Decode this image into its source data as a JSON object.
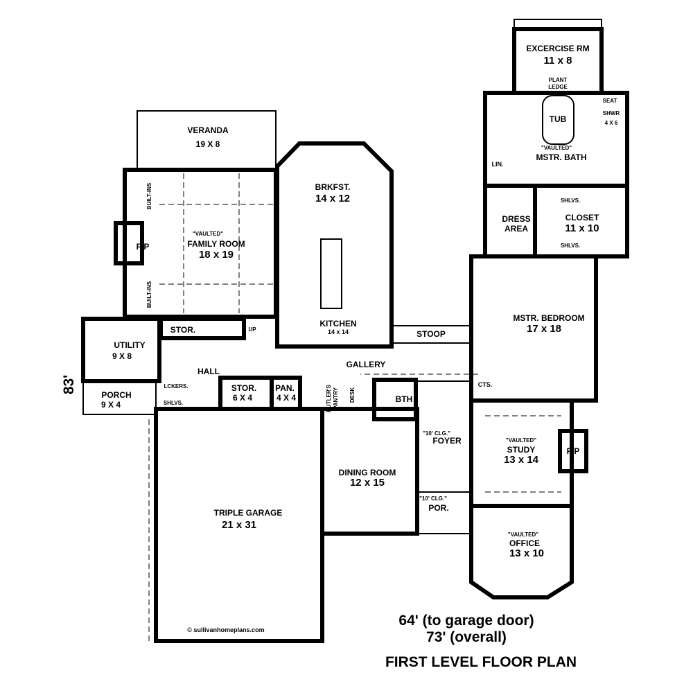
{
  "rooms": {
    "veranda": {
      "name": "VERANDA",
      "size": "19 X 8"
    },
    "family_room": {
      "note": "\"VAULTED\"",
      "name": "FAMILY ROOM",
      "size": "18 x 19"
    },
    "fireplace_family": "F/P",
    "built_ins": [
      "BUILT-INS",
      "BUILT-INS"
    ],
    "breakfast": {
      "name": "BRKFST.",
      "size": "14 x 12"
    },
    "kitchen": {
      "name": "KITCHEN",
      "size": "14 x 14"
    },
    "excercise": {
      "name": "EXCERCISE RM",
      "size": "11 x 8"
    },
    "plant_ledge": [
      "PLANT",
      "LEDGE"
    ],
    "tub": "TUB",
    "seat": "SEAT",
    "shower": {
      "name": "SHWR",
      "size": "4 X 6"
    },
    "master_bath": {
      "note": "\"VAULTED\"",
      "name": "MSTR. BATH"
    },
    "linen": "LIN.",
    "dress_area": [
      "DRESS",
      "AREA"
    ],
    "closet": {
      "name": "CLOSET",
      "size": "11 x 10",
      "shelves": [
        "SHLVS.",
        "SHLVS."
      ]
    },
    "master_bedroom": {
      "name": "MSTR. BEDROOM",
      "size": "17 x 18"
    },
    "stoop": "STOOP",
    "gallery": "GALLERY",
    "stor_upper": "STOR.",
    "up": "UP",
    "utility": {
      "name": "UTILITY",
      "size": "9 X 8"
    },
    "hall": "HALL",
    "lockers": "LCKERS.",
    "shelves": "SHLVS.",
    "porch": {
      "name": "PORCH",
      "size": "9 X 4"
    },
    "stor": {
      "name": "STOR.",
      "size": "6 X 4"
    },
    "pantry": {
      "name": "PAN.",
      "size": "4 X 4"
    },
    "butlers_pantry": [
      "BUTLER'S",
      "PANTRY"
    ],
    "desk": "DESK",
    "bath": "BTH",
    "closets": "CTS.",
    "foyer": {
      "note": "\"10' CLG.\"",
      "name": "FOYER"
    },
    "study": {
      "note": "\"VAULTED\"",
      "name": "STUDY",
      "size": "13 x 14"
    },
    "fireplace_study": "F/P",
    "dining": {
      "name": "DINING ROOM",
      "size": "12 x 15"
    },
    "porch_front": {
      "note": "\"10' CLG.\"",
      "name": "POR."
    },
    "office": {
      "note": "\"VAULTED\"",
      "name": "OFFICE",
      "size": "13 x 10"
    },
    "garage": {
      "name": "TRIPLE GARAGE",
      "size": "21 x 31"
    }
  },
  "dimension_depth": "83'",
  "copyright": "© sullivanhomeplans.com",
  "footer": {
    "width_garage": "64' (to garage door)",
    "width_overall": "73' (overall)",
    "title": "FIRST LEVEL FLOOR PLAN"
  }
}
